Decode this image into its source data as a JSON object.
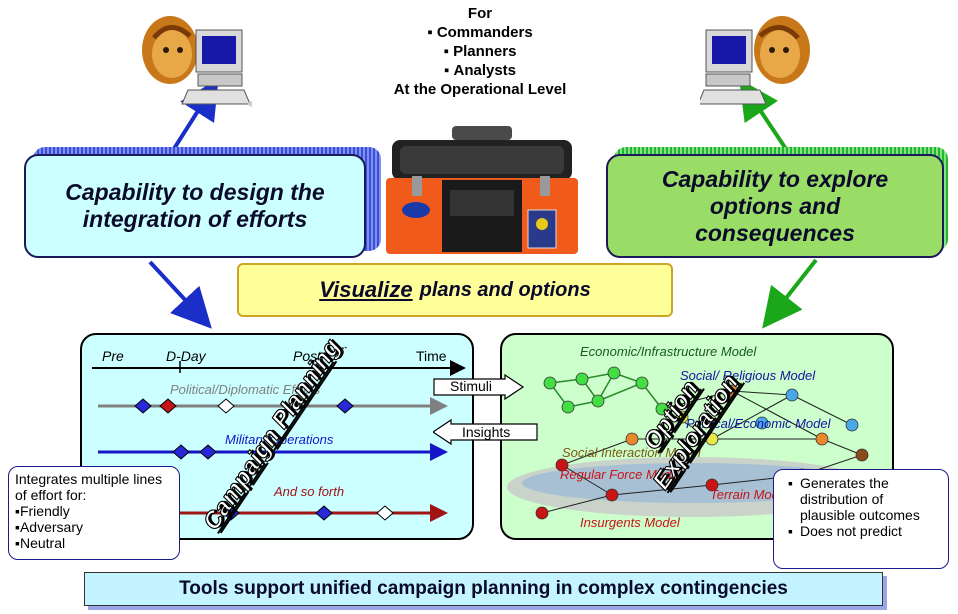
{
  "audience": {
    "heading": "For",
    "items": [
      "Commanders",
      "Planners",
      "Analysts"
    ],
    "footer": "At the Operational Level"
  },
  "capabilities": {
    "design": "Capability to design the integration of efforts",
    "explore": "Capability to explore options and consequences"
  },
  "visualize": {
    "keyword": "Visualize",
    "rest": "plans and options"
  },
  "campaign_planning": {
    "title": "Campaign Planning",
    "timeline": {
      "pre": "Pre",
      "dday": "D-Day",
      "post": "Post",
      "time": "Time"
    },
    "efforts": [
      {
        "label": "Political/Diplomatic Efforts",
        "color": "#808080"
      },
      {
        "label": "Military Operations",
        "color": "#1414c8"
      },
      {
        "label": "And so forth",
        "color": "#a01414"
      }
    ]
  },
  "option_exploration": {
    "title_line1": "Option",
    "title_line2": "Exploration",
    "models": [
      {
        "label": "Economic/Infrastructure Model",
        "color": "#1a5a1a"
      },
      {
        "label": "Social/ Religious Model",
        "color": "#1414a0"
      },
      {
        "label": "Political/Economic Model",
        "color": "#1414a0"
      },
      {
        "label": "Social Interaction Model",
        "color": "#7a5a14"
      },
      {
        "label": "Regular Force Model",
        "color": "#c81414"
      },
      {
        "label": "Terrain Model",
        "color": "#c81414"
      },
      {
        "label": "Insurgents Model",
        "color": "#c81414"
      }
    ]
  },
  "flows": {
    "stimuli": "Stimuli",
    "insights": "Insights"
  },
  "integrates_callout": {
    "intro": "Integrates multiple lines of effort for:",
    "items": [
      "Friendly",
      "Adversary",
      "Neutral"
    ]
  },
  "generates_callout": {
    "items": [
      "Generates the distribution of plausible outcomes",
      "Does not predict"
    ]
  },
  "banner": "Tools support unified campaign planning in complex contingencies",
  "colors": {
    "blue_arrow": "#1a2fc8",
    "green_arrow": "#1aa81a",
    "design_box": "#ccffff",
    "explore_box": "#99dd66"
  }
}
